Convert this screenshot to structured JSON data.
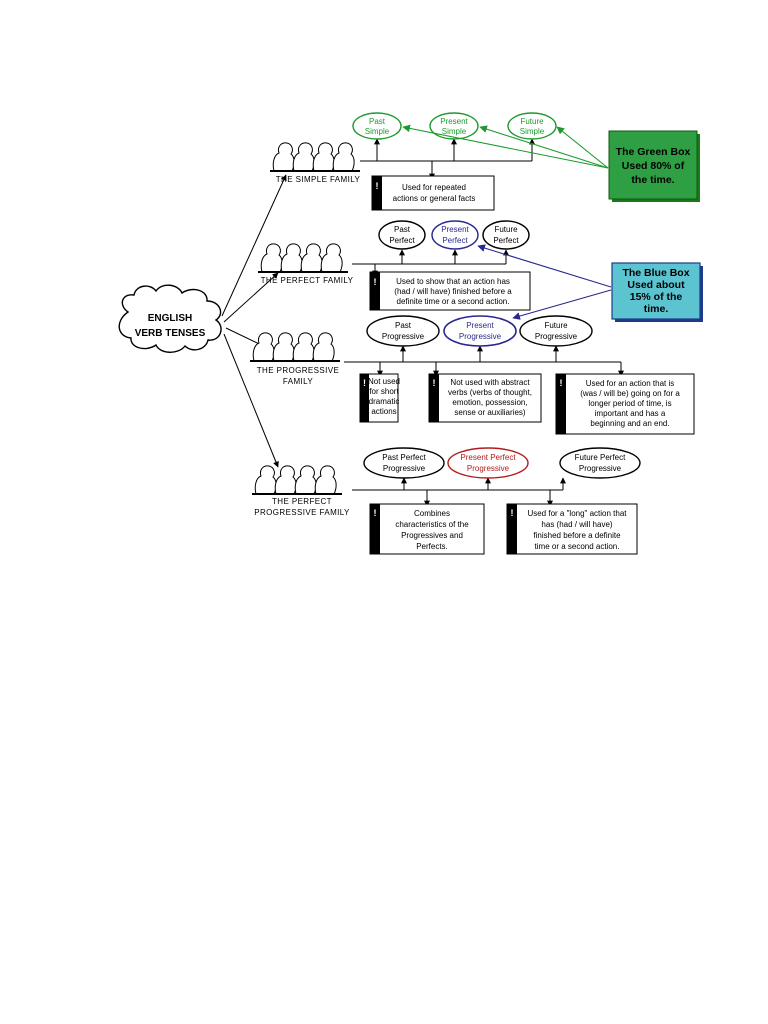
{
  "center": {
    "line1": "ENGLISH",
    "line2": "VERB TENSES"
  },
  "families": {
    "simple": {
      "name": "THE SIMPLE FAMILY",
      "tenses": [
        [
          "Past",
          "Simple"
        ],
        [
          "Present",
          "Simple"
        ],
        [
          "Future",
          "Simple"
        ]
      ],
      "note": [
        "Used for repeated",
        "actions or general facts"
      ]
    },
    "perfect": {
      "name": "THE PERFECT FAMILY",
      "tenses": [
        [
          "Past",
          "Perfect"
        ],
        [
          "Present",
          "Perfect"
        ],
        [
          "Future",
          "Perfect"
        ]
      ],
      "note": [
        "Used to show that an action has",
        "(had / will have) finished before a",
        "definite time or a second action."
      ]
    },
    "progressive": {
      "name1": "THE PROGRESSIVE",
      "name2": "FAMILY",
      "tenses": [
        [
          "Past",
          "Progressive"
        ],
        [
          "Present",
          "Progressive"
        ],
        [
          "Future",
          "Progressive"
        ]
      ],
      "notes": [
        [
          "Not used",
          "for short",
          "dramatic",
          "actions"
        ],
        [
          "Not used with abstract",
          "verbs (verbs of thought,",
          "emotion, possession,",
          "sense or auxiliaries)"
        ],
        [
          "Used for an action that is",
          "(was / will be) going on for a",
          "longer period of time, is",
          "important and has a",
          "beginning and an end."
        ]
      ]
    },
    "perfect_progressive": {
      "name1": "THE PERFECT",
      "name2": "PROGRESSIVE FAMILY",
      "tenses": [
        [
          "Past Perfect",
          "Progressive"
        ],
        [
          "Present Perfect",
          "Progressive"
        ],
        [
          "Future Perfect",
          "Progressive"
        ]
      ],
      "notes": [
        [
          "Combines",
          "characteristics of the",
          "Progressives and",
          "Perfects."
        ],
        [
          "Used for a \"long\" action that",
          "has (had / will have)",
          "finished before a definite",
          "time or a second action."
        ]
      ]
    }
  },
  "callouts": {
    "green": [
      "The Green Box",
      "Used 80% of",
      "the time."
    ],
    "blue": [
      "The Blue Box",
      "Used about",
      "15% of the",
      "time."
    ]
  },
  "note_marker": "!",
  "colors": {
    "green": "#1c9a2e",
    "blue": "#2a2a8e",
    "red": "#b31b1b",
    "green_fill": "#2ea043",
    "blue_fill": "#5bc4d0"
  }
}
